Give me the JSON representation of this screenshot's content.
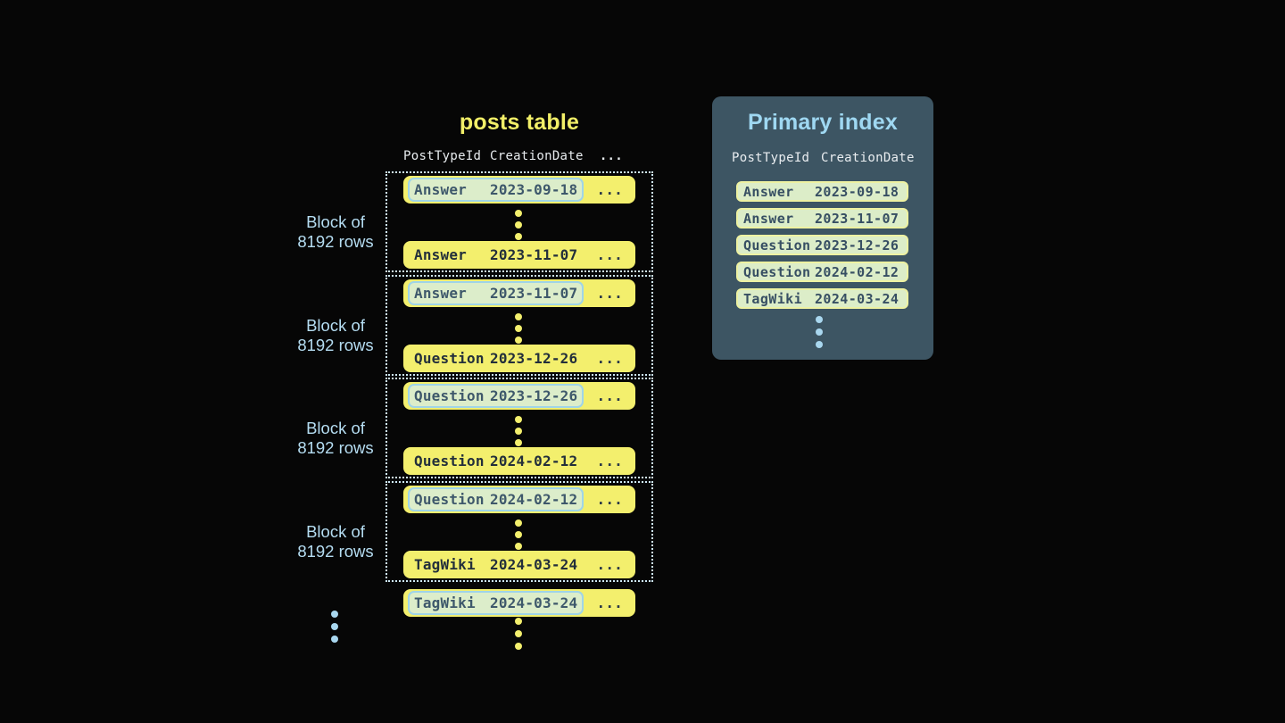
{
  "posts_table": {
    "title": "posts table",
    "header": {
      "col1": "PostTypeId",
      "col2": "CreationDate",
      "ellipsis": "..."
    },
    "row_ellipsis": "...",
    "blocks": [
      {
        "label_line1": "Block of",
        "label_line2": "8192 rows",
        "first_row": {
          "type": "Answer",
          "date": "2023-09-18"
        },
        "last_row": {
          "type": "Answer",
          "date": "2023-11-07"
        }
      },
      {
        "label_line1": "Block of",
        "label_line2": "8192 rows",
        "first_row": {
          "type": "Answer",
          "date": "2023-11-07"
        },
        "last_row": {
          "type": "Question",
          "date": "2023-12-26"
        }
      },
      {
        "label_line1": "Block of",
        "label_line2": "8192 rows",
        "first_row": {
          "type": "Question",
          "date": "2023-12-26"
        },
        "last_row": {
          "type": "Question",
          "date": "2024-02-12"
        }
      },
      {
        "label_line1": "Block of",
        "label_line2": "8192 rows",
        "first_row": {
          "type": "Question",
          "date": "2024-02-12"
        },
        "last_row": {
          "type": "TagWiki",
          "date": "2024-03-24"
        }
      }
    ],
    "overflow_row": {
      "type": "TagWiki",
      "date": "2024-03-24"
    }
  },
  "primary_index": {
    "title": "Primary index",
    "header": {
      "col1": "PostTypeId",
      "col2": "CreationDate"
    },
    "rows": [
      {
        "type": "Answer",
        "date": "2023-09-18"
      },
      {
        "type": "Answer",
        "date": "2023-11-07"
      },
      {
        "type": "Question",
        "date": "2023-12-26"
      },
      {
        "type": "Question",
        "date": "2024-02-12"
      },
      {
        "type": "TagWiki",
        "date": "2024-03-24"
      }
    ]
  },
  "colors": {
    "background": "#060606",
    "row_yellow": "#f3ef6d",
    "title_yellow": "#f2ef68",
    "highlight_bg": "#dcedca",
    "highlight_border": "#9fd4e8",
    "highlight_text": "#3e586b",
    "row_text": "#232f3b",
    "block_dotted_border": "#cfe9f7",
    "block_label_blue": "#b5ddf2",
    "panel_bg": "#3d5563",
    "panel_title_blue": "#9fd8f2",
    "header_text": "#e8ecef",
    "index_row_bg": "#dcedc8",
    "index_row_border": "#eef2a2",
    "index_row_text": "#374f63",
    "blue_dots": "#a9d7ef"
  }
}
